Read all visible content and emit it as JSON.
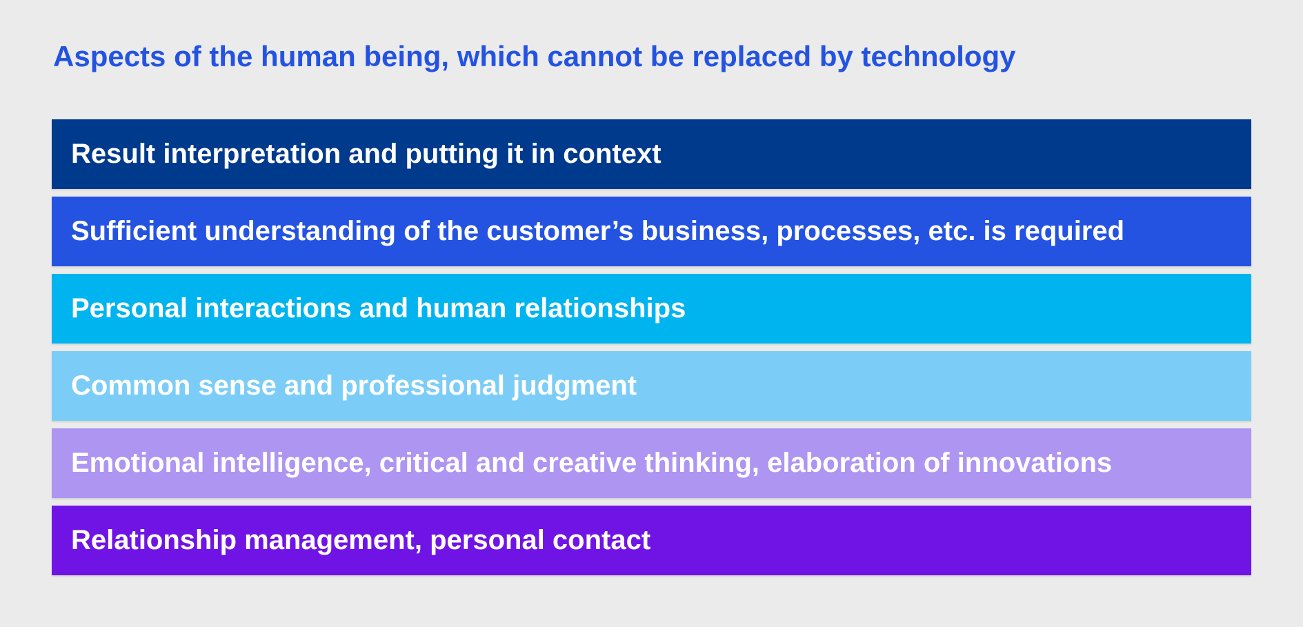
{
  "background_color": "#ebebeb",
  "title": {
    "text": "Aspects of the human being, which cannot be replaced by technology",
    "color": "#2453e2"
  },
  "bar_text_color": "#ffffff",
  "bars": [
    {
      "label": "Result interpretation and putting it in context",
      "color": "#003a8d"
    },
    {
      "label": "Sufficient understanding of the customer’s business, processes, etc. is required",
      "color": "#2453e2"
    },
    {
      "label": "Personal interactions and human relationships",
      "color": "#00b4ef"
    },
    {
      "label": "Common sense and professional judgment",
      "color": "#7bcdf8"
    },
    {
      "label": "Emotional intelligence, critical and creative thinking, elaboration of innovations",
      "color": "#ae95f2"
    },
    {
      "label": "Relationship management, personal contact",
      "color": "#7014e6"
    }
  ]
}
